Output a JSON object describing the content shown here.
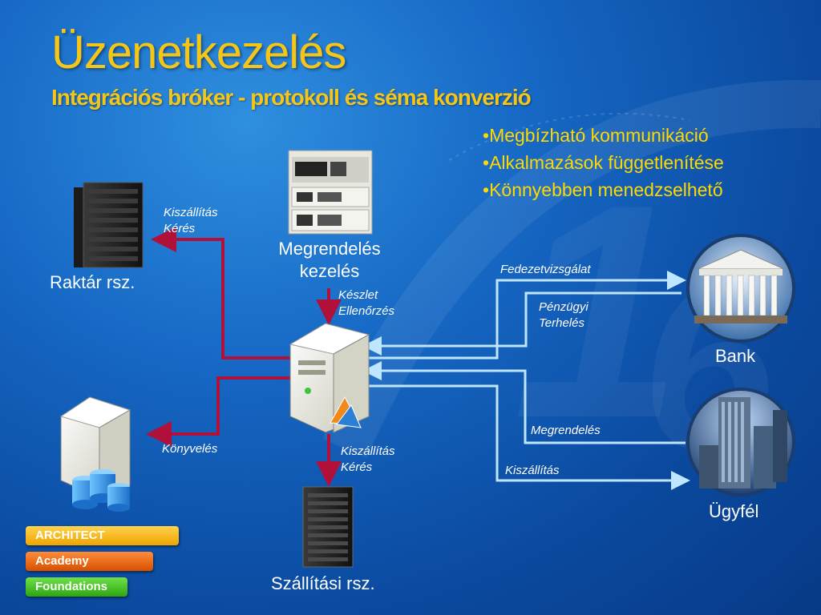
{
  "slide": {
    "title": "Üzenetkezelés",
    "subtitle": "Integrációs bróker - protokoll és séma konverzió"
  },
  "bullets": [
    "Megbízható kommunikáció",
    "Alkalmazások függetlenítése",
    "Könnyebben menedzselhető"
  ],
  "nodes": {
    "raktar": "Raktár rsz.",
    "megrendeles_line1": "Megrendelés",
    "megrendeles_line2": "kezelés",
    "bank": "Bank",
    "ugyfel": "Ügyfél",
    "szallitasi": "Szállítási rsz."
  },
  "edges": {
    "kiszallitas_keres_top_1": "Kiszállítás",
    "kiszallitas_keres_top_2": "Kérés",
    "keszlet_1": "Készlet",
    "keszlet_2": "Ellenőrzés",
    "fedezetvizsgalat": "Fedezetvizsgálat",
    "penzugyi_1": "Pénzügyi",
    "penzugyi_2": "Terhelés",
    "konyveles": "Könyvelés",
    "kiszallitas_keres_bottom_1": "Kiszállítás",
    "kiszallitas_keres_bottom_2": "Kérés",
    "megrendeles": "Megrendelés",
    "kiszallitas": "Kiszállítás"
  },
  "badges": {
    "architect": "ARCHITECT",
    "academy": "Academy",
    "foundations": "Foundations"
  },
  "colors": {
    "title": "#f5c518",
    "bullet_text": "#ffd800",
    "arrow_left": "#b0103a",
    "arrow_right": "#8fd0ff"
  }
}
